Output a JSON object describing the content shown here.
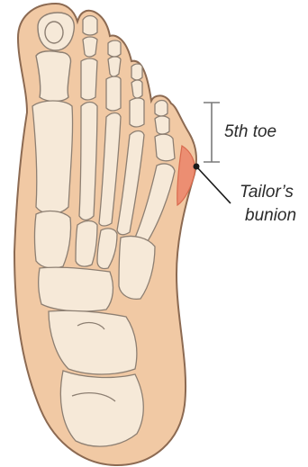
{
  "labels": {
    "toe": "5th toe",
    "bunion_line1": "Tailor’s",
    "bunion_line2": "bunion"
  },
  "colors": {
    "skin": "#f1c9a4",
    "skin_outline": "#8c6a52",
    "bone": "#f6e9d8",
    "bone_outline": "#8d7f72",
    "bunion": "#ec8e72",
    "ink": "#2b2b2b"
  }
}
